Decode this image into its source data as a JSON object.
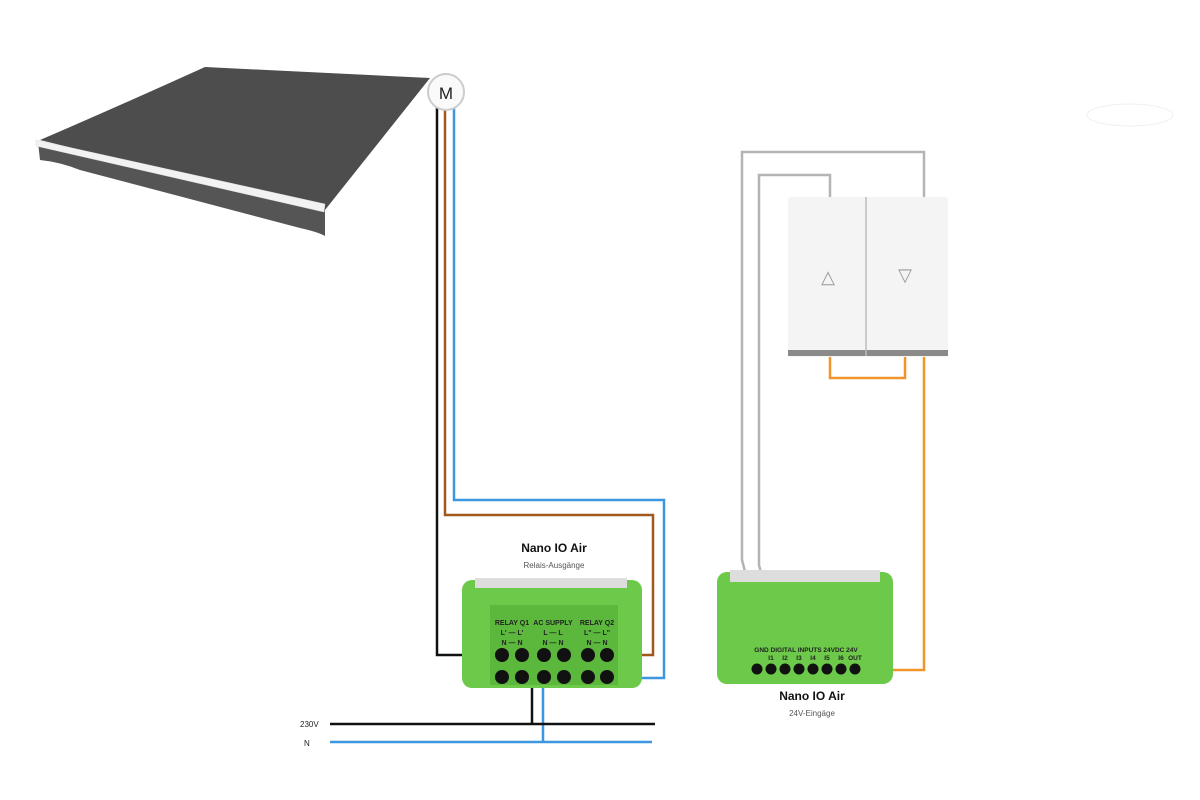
{
  "diagram": {
    "motor_label": "M",
    "module_left": {
      "title": "Nano IO Air",
      "subtitle": "Relais-Ausgänge",
      "groups": [
        {
          "name": "RELAY Q1",
          "pins": "L' — L'",
          "n": "N — N"
        },
        {
          "name": "AC SUPPLY",
          "pins": "L — L",
          "n": "N — N"
        },
        {
          "name": "RELAY Q2",
          "pins": "L\" — L\"",
          "n": "N — N"
        }
      ]
    },
    "module_right": {
      "title": "Nano IO Air",
      "subtitle": "24V-Eingäge",
      "header": "GND  DIGITAL INPUTS 24VDC  24V",
      "pins": [
        "",
        "I1",
        "I2",
        "I3",
        "I4",
        "I5",
        "I6",
        "OUT"
      ]
    },
    "supply": {
      "line_label": "230V",
      "neutral_label": "N"
    },
    "switch": {
      "up_symbol": "△",
      "down_symbol": "▽"
    },
    "colors": {
      "live": "#111111",
      "brown": "#a0581c",
      "blue": "#3d96e0",
      "gray": "#b4b4b4",
      "orange": "#f0952a",
      "module_green": "#6cc94a",
      "awning": "#4a4a4a"
    }
  }
}
